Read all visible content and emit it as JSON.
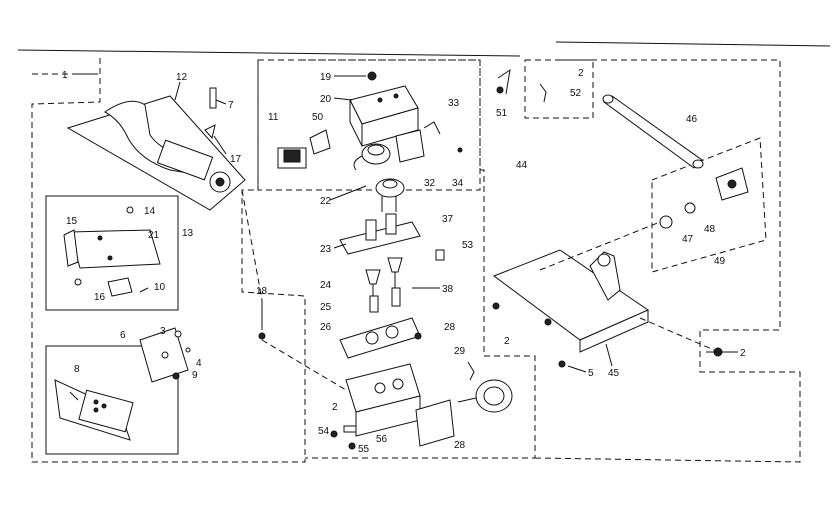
{
  "callouts": {
    "c1": "1",
    "c12": "12",
    "c7": "7",
    "c17": "17",
    "c13": "13",
    "c14": "14",
    "c15": "15",
    "c21": "21",
    "c16": "16",
    "c10": "10",
    "c18": "18",
    "c6": "6",
    "c3": "3",
    "c4": "4",
    "c9": "9",
    "c8": "8",
    "c19": "19",
    "c20": "20",
    "c33": "33",
    "c11": "11",
    "c50": "50",
    "c32": "32",
    "c34": "34",
    "c22": "22",
    "c37": "37",
    "c23": "23",
    "c53": "53",
    "c24": "24",
    "c38": "38",
    "c25": "25",
    "c26": "26",
    "c28a": "28",
    "c29": "29",
    "c2a": "2",
    "c54": "54",
    "c56": "56",
    "c55": "55",
    "c28b": "28",
    "c44": "44",
    "c51": "51",
    "c2b": "2",
    "c52": "52",
    "c46": "46",
    "c48": "48",
    "c47": "47",
    "c49": "49",
    "c2c": "2",
    "c5": "5",
    "c45": "45",
    "c2d": "2"
  }
}
